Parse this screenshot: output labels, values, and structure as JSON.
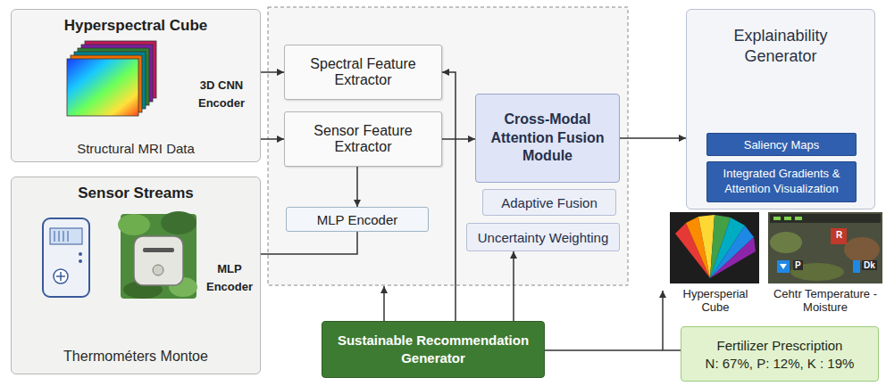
{
  "diagram": {
    "nodes": [
      {
        "text": [
          "Hyperspectral Cube",
          "Structural MRI Data"
        ]
      },
      {
        "text": [
          "Sensor Streams",
          "Thermométers Montoe"
        ]
      },
      {
        "text": [
          "Spectral Feature Extractor"
        ]
      },
      {
        "text": [
          "Sensor Feature Extractor"
        ]
      },
      {
        "text": [
          "MLP Encoder"
        ]
      },
      {
        "text": [
          "Cross-Modal Attention Fusion Module"
        ]
      },
      {
        "text": [
          "Adaptive Fusion"
        ]
      },
      {
        "text": [
          "Uncertainty Weighting"
        ]
      },
      {
        "text": [
          "Explainability Generator"
        ]
      },
      {
        "text": [
          "Saliency Maps"
        ],
        "in": 8
      },
      {
        "text": [
          "Integrated Gradients & Attention Visualization"
        ],
        "in": 8
      },
      {
        "text": [
          "Sustainable Recommendation Generator"
        ]
      },
      {
        "text": [
          "Fertilizer Prescription",
          "N: 67%, P: 12%, K : 19%"
        ]
      }
    ],
    "edges": [
      {
        "from": 0,
        "to": 2,
        "arrow": "to"
      },
      {
        "from": 0,
        "to": 3,
        "arrow": "to"
      },
      {
        "from": 1,
        "to": 4,
        "label": "MLP Encoder",
        "arrow": "none"
      },
      {
        "from": 3,
        "to": 4,
        "arrow": "to"
      },
      {
        "from": 3,
        "to": 5,
        "arrow": "to"
      },
      {
        "from": 5,
        "to": 8,
        "arrow": "to"
      },
      {
        "from": 11,
        "to": 2,
        "arrow": "to"
      },
      {
        "from": 11,
        "to": 7,
        "arrow": "to"
      },
      {
        "from": 11,
        "to": 12,
        "arrow": "none"
      }
    ],
    "labels": [
      "3D CNN Encoder",
      "Hypersperial Cube",
      "Cehtr Temperature - Moisture",
      "P",
      "R",
      "Dk"
    ]
  }
}
